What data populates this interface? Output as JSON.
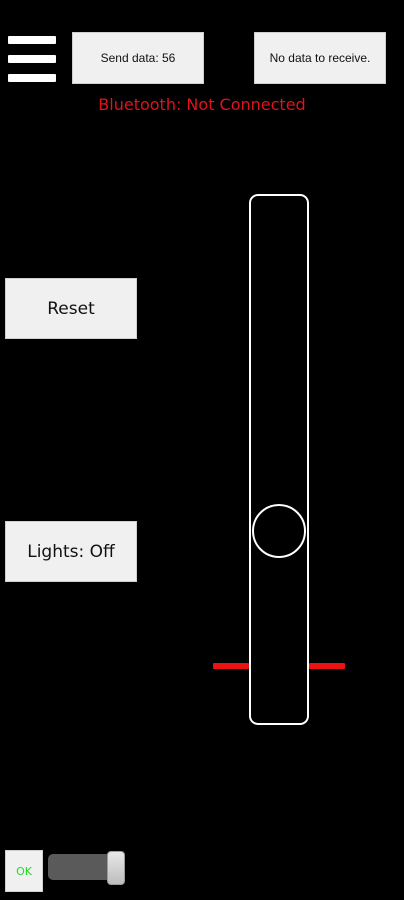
{
  "header": {
    "menu_icon": "hamburger-menu-icon",
    "send_label": "Send data: 56",
    "receive_label": "No data to receive."
  },
  "status": {
    "bluetooth_text": "Bluetooth: Not Connected",
    "bluetooth_color": "#e0121b"
  },
  "controls": {
    "reset_label": "Reset",
    "lights_label": "Lights: Off"
  },
  "slider": {
    "track_color": "#ffffff",
    "marker_color": "#ee1111"
  },
  "footer": {
    "ok_label": "OK",
    "ok_color": "#22dd22"
  }
}
